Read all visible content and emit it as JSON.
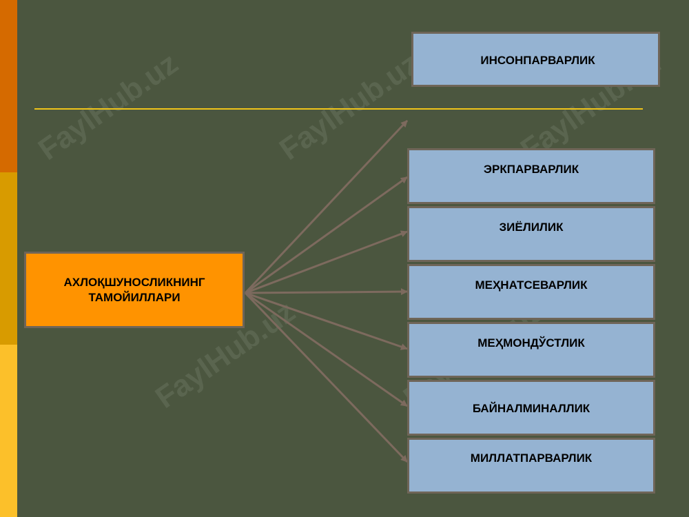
{
  "main_node": {
    "line1": "АХЛОҚШУНОСЛИКНИНГ",
    "line2": "ТАМОЙИЛЛАРИ"
  },
  "top_node": "ИНСОНПАРВАРЛИК",
  "nodes": [
    "ЭРКПАРВАРЛИК",
    "ЗИЁЛИЛИК",
    "МЕҲНАТСЕВАРЛИК",
    "МЕҲМОНДЎСТЛИК",
    "БАЙНАЛМИНАЛЛИК",
    "МИЛЛАТПАРВАРЛИК"
  ],
  "watermark": "FaylHub.uz",
  "colors": {
    "background": "#4b563f",
    "main_box": "#ff9300",
    "node_box": "#95b3d2",
    "arrow": "#7d6a5e",
    "rule": "#f0c419"
  }
}
